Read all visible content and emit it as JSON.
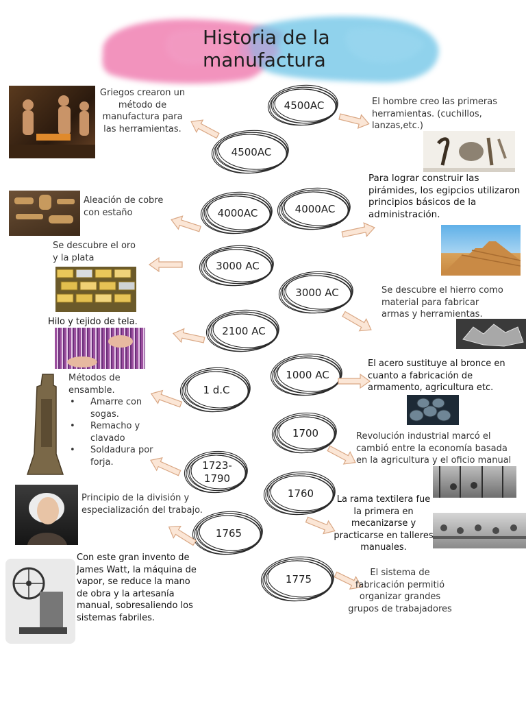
{
  "title": "Historia de la manufactura",
  "nodes": [
    {
      "label": "4500AC"
    },
    {
      "label": "4500AC"
    },
    {
      "label": "4000AC"
    },
    {
      "label": "4000AC"
    },
    {
      "label": "3000 AC"
    },
    {
      "label": "3000 AC"
    },
    {
      "label": "2100 AC"
    },
    {
      "label": "1000 AC"
    },
    {
      "label": "1 d.C"
    },
    {
      "label": "1700"
    },
    {
      "label": "1723-\n1790"
    },
    {
      "label": "1760"
    },
    {
      "label": "1765"
    },
    {
      "label": "1775"
    }
  ],
  "events": {
    "griegos": "Griegos crearon un método de manufactura para las herramientas.",
    "hombre": "El hombre creo las primeras herramientas. (cuchillos, lanzas,etc.)",
    "aleacion": "Aleación de cobre con estaño",
    "piramides": "Para lograr construir las pirámides, los egipcios utilizaron principios básicos de la administración.",
    "oro": "Se descubre el oro y la plata",
    "hierro": "Se descubre el hierro como material para fabricar armas y herramientas.",
    "hilo": "Hilo y tejido de tela.",
    "acero": "El acero sustituye al bronce en cuanto a fabricación de armamento, agricultura etc.",
    "metodos_title": "Métodos de ensamble.",
    "metodos": [
      "Amarre con sogas.",
      "Remacho y clavado",
      "Soldadura por forja."
    ],
    "revolucion": "Revolución industrial marcó el cambió entre la economía basada en la agricultura y el oficio manual",
    "division": "Principio de la división y especialización del trabajo.",
    "textil": "La rama textilera fue la primera en mecanizarse y practicarse en talleres manuales.",
    "watt": "Con este gran invento de James Watt, la máquina de vapor, se reduce la mano de obra y la artesanía manual, sobresaliendo los sistemas fabriles.",
    "sistema": "El sistema de fabricación permitió organizar grandes grupos de trabajadores"
  },
  "colors": {
    "pink": "#ee6fa8",
    "blue": "#6cc3e6",
    "arrow_fill": "#fbe6d6",
    "arrow_stroke": "#d9a784",
    "ring": "#2a2a2a"
  }
}
